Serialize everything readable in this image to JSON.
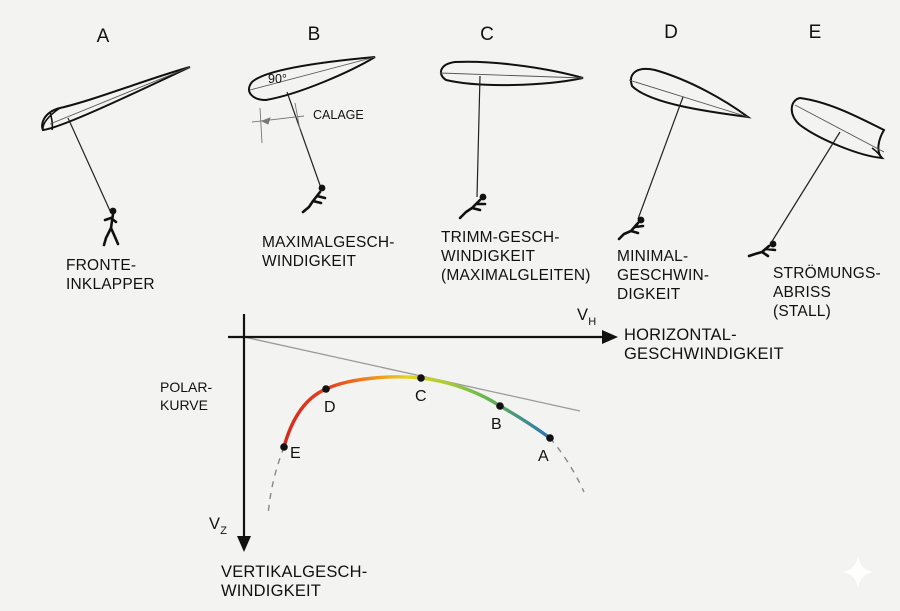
{
  "states": [
    {
      "letter": "A",
      "label_lines": [
        "FRONTE-",
        "INKLAPPER"
      ]
    },
    {
      "letter": "B",
      "label_lines": [
        "MAXIMALGESCH-",
        "WINDIGKEIT"
      ]
    },
    {
      "letter": "C",
      "label_lines": [
        "TRIMM-GESCH-",
        "WINDIGKEIT",
        "(MAXIMALGLEITEN)"
      ]
    },
    {
      "letter": "D",
      "label_lines": [
        "MINIMAL-",
        "GESCHWIN-",
        "DIGKEIT"
      ]
    },
    {
      "letter": "E",
      "label_lines": [
        "STRÖMUNGS-",
        "ABRISS",
        "(STALL)"
      ]
    }
  ],
  "annotations": {
    "angle": "90°",
    "calage": "CALAGE"
  },
  "axes": {
    "horizontal": {
      "symbol": "V",
      "subscript": "H",
      "label_lines": [
        "HORIZONTAL-",
        "GESCHWINDIGKEIT"
      ]
    },
    "vertical": {
      "symbol": "V",
      "subscript": "Z",
      "label_lines": [
        "VERTIKALGESCH-",
        "WINDIGKEIT"
      ]
    }
  },
  "polar": {
    "label_lines": [
      "POLAR-",
      "KURVE"
    ],
    "points": [
      "E",
      "D",
      "C",
      "B",
      "A"
    ],
    "colors": {
      "red": "#d42a1e",
      "orange": "#ef7d22",
      "yellow": "#e8d21a",
      "green": "#6cb84a",
      "blue": "#2a73b8"
    }
  }
}
